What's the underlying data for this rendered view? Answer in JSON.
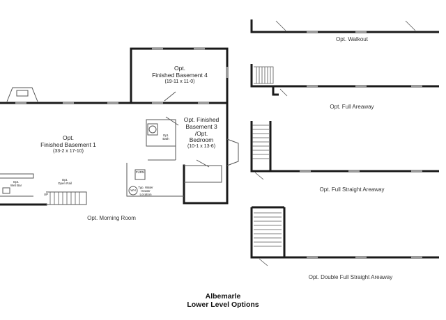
{
  "rooms": {
    "basement1": {
      "name_line1": "Opt.",
      "name_line2": "Finished Basement 1",
      "dims": "(33-2 x 17-10)"
    },
    "basement4": {
      "name_line1": "Opt.",
      "name_line2": "Finished Basement 4",
      "dims": "(19-11 x 11-0)"
    },
    "basement3": {
      "name_line1": "Opt. Finished",
      "name_line2": "Basement 3",
      "name_line3": "/Opt.",
      "name_line4": "Bedroom",
      "dims": "(10-1 x 13-6)"
    },
    "morning_room": "Opt. Morning Room"
  },
  "small_labels": {
    "wet_bar_line1": "Opt.",
    "wet_bar_line2": "Wet Bar",
    "open_rail_line1": "Opt.",
    "open_rail_line2": "Open Rail",
    "bath_line1": "Opt.",
    "bath_line2": "Bath",
    "water_heater_line1": "Typ. Water",
    "water_heater_line2": "Heater",
    "water_heater_line3": "Location",
    "furnace": "FURN",
    "wh": "WH",
    "up": "UP"
  },
  "options": {
    "walkout": "Opt. Walkout",
    "full_areaway": "Opt. Full Areaway",
    "full_straight_areaway": "Opt. Full Straight Areaway",
    "double_full_straight_areaway": "Opt. Double Full Straight Areaway"
  },
  "footer": {
    "line1": "Albemarle",
    "line2": "Lower Level Options"
  },
  "colors": {
    "wall": "#1a1a1a",
    "line": "#555555",
    "window": "#9a9a9a"
  }
}
